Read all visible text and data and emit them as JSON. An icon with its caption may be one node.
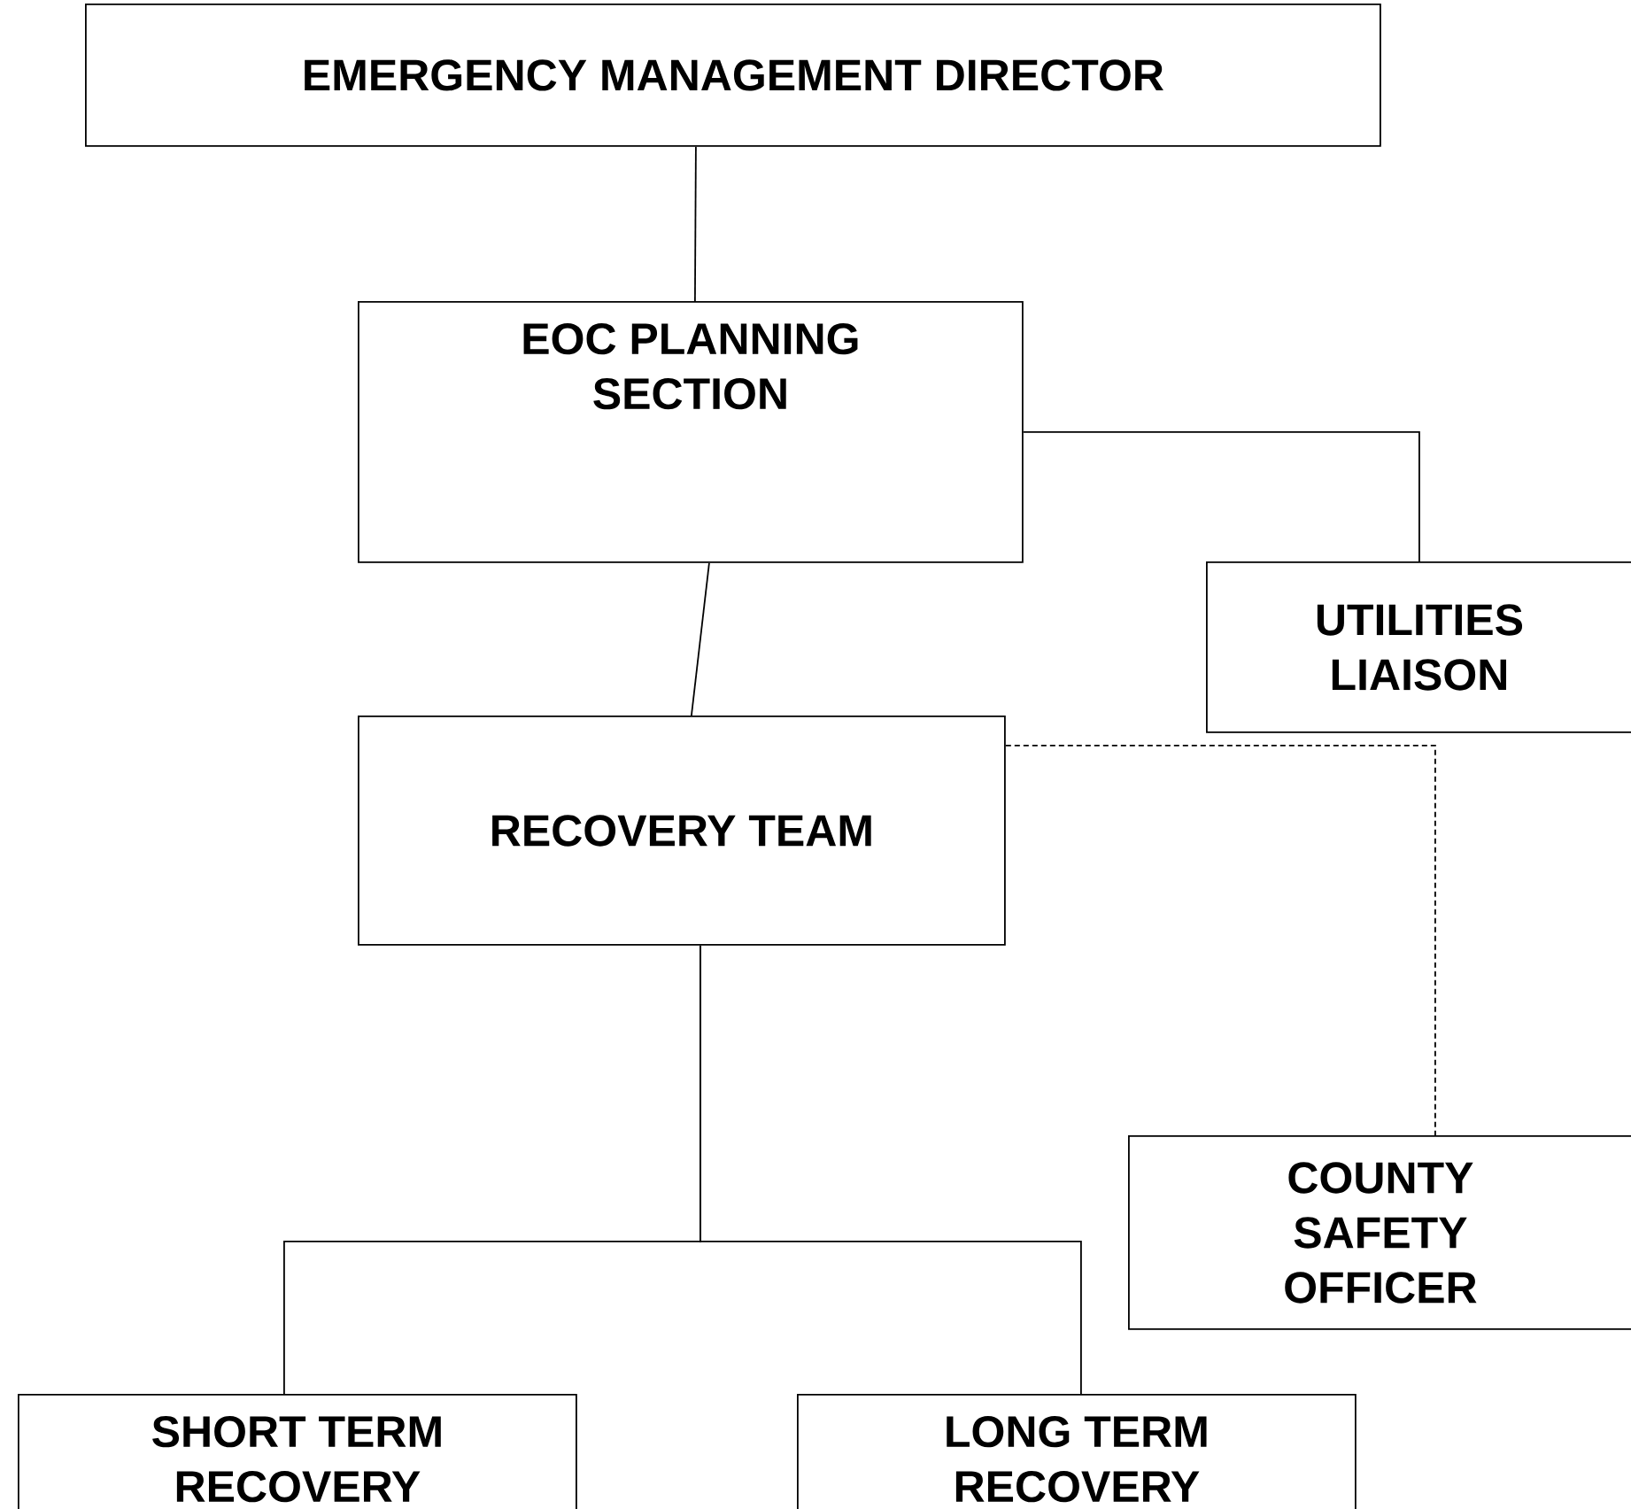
{
  "diagram": {
    "nodes": [
      {
        "text": [
          "EMERGENCY MANAGEMENT DIRECTOR"
        ]
      },
      {
        "text": [
          "EOC PLANNING SECTION"
        ]
      },
      {
        "text": [
          "UTILITIES LIAISON"
        ]
      },
      {
        "text": [
          "RECOVERY TEAM"
        ]
      },
      {
        "text": [
          "COUNTY SAFETY OFFICER"
        ]
      },
      {
        "text": [
          "SHORT TERM RECOVERY"
        ]
      },
      {
        "text": [
          "LONG TERM RECOVERY"
        ]
      }
    ],
    "edges": [
      {
        "from": 0,
        "to": 1,
        "arrow": "none"
      },
      {
        "from": 1,
        "to": 2,
        "arrow": "none"
      },
      {
        "from": 1,
        "to": 3,
        "arrow": "none"
      },
      {
        "from": 3,
        "to": 4,
        "arrow": "none",
        "style": "dashed"
      },
      {
        "from": 3,
        "to": 5,
        "arrow": "none"
      },
      {
        "from": 3,
        "to": 6,
        "arrow": "none"
      }
    ]
  }
}
